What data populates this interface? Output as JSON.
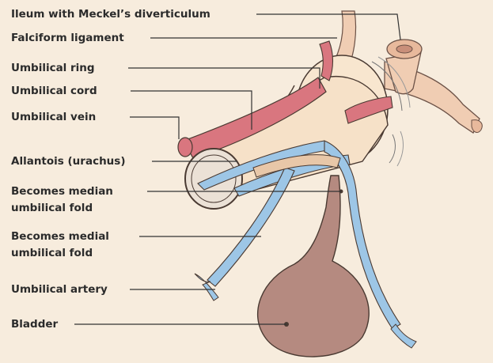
{
  "labels": {
    "ileum": "Ileum with Meckel’s diverticulum",
    "falciform": "Falciform ligament",
    "ring": "Umbilical ring",
    "cord": "Umbilical cord",
    "vein": "Umbilical vein",
    "allantois": "Allantois (urachus)",
    "median_1": "Becomes median",
    "median_2": "umbilical fold",
    "medial_1": "Becomes medial",
    "medial_2": "umbilical fold",
    "artery": "Umbilical artery",
    "bladder": "Bladder"
  },
  "colors": {
    "background": "#f7ecdd",
    "label_text": "#2b2b2b",
    "leader_line": "#333333",
    "ileum_tissue": "#f0cdb3",
    "cord_body": "#f6e1c8",
    "vein_red": "#d9767f",
    "artery_blue": "#9dc6e6",
    "bladder_brown": "#b58a80",
    "outline": "#4a3a32"
  }
}
